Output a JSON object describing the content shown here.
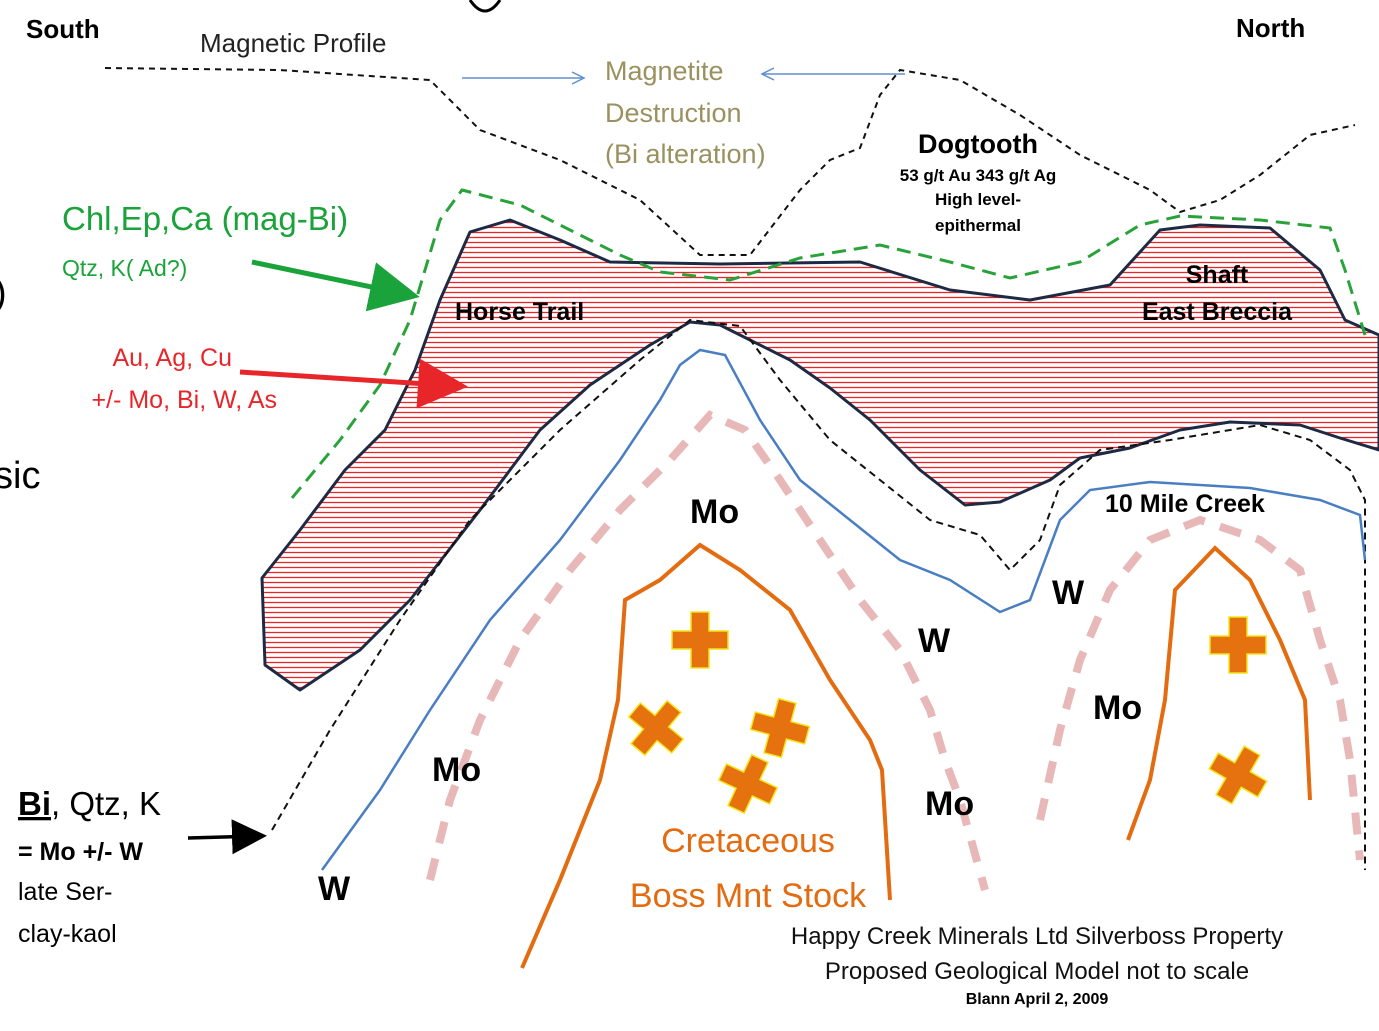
{
  "colors": {
    "red": "#e8262a",
    "green": "#1aa33a",
    "green_dashed": "#2aa23a",
    "navy": "#1e2a44",
    "blue": "#4a7ec2",
    "pink": "#e8b8b8",
    "orange": "#e36b10",
    "olive": "#9b9160",
    "gray_arrow": "#5e8fd0",
    "cross_fill": "#e5720e",
    "cross_edge": "#f2e51a"
  },
  "header": {
    "south": "South",
    "north": "North",
    "magnetic_profile": "Magnetic Profile",
    "magnetite_line1": "Magnetite",
    "magnetite_line2": "Destruction",
    "magnetite_line3": "(Bi alteration)"
  },
  "dogtooth": {
    "title": "Dogtooth",
    "grade": "53 g/t Au 343 g/t Ag",
    "line3": "High level-",
    "line4": "epithermal"
  },
  "zones": {
    "horse_trail": "Horse Trail",
    "shaft": "Shaft",
    "east_breccia": "East Breccia",
    "ten_mile_creek": "10 Mile Creek"
  },
  "left_legend": {
    "chl_ep_ca": "Chl,Ep,Ca (mag-Bi)",
    "qtz_k_ad": "Qtz, K( Ad?)",
    "au_ag_cu": "Au, Ag, Cu",
    "mo_bi_w_as": "+/- Mo, Bi, W, As",
    "bi": "Bi",
    "qtz_k": ", Qtz, K",
    "mo_w": "= Mo +/- W",
    "late_ser": "late Ser-",
    "clay_kaol": "clay-kaol",
    "partial_paren": ")",
    "partial_sic": "sic"
  },
  "symbols": {
    "mo": "Mo",
    "w": "W"
  },
  "stock": {
    "line1": "Cretaceous",
    "line2": "Boss Mnt Stock"
  },
  "credit": {
    "line1": "Happy Creek Minerals Ltd Silverboss Property",
    "line2": "Proposed Geological Model not to scale",
    "line3": "Blann April 2, 2009"
  }
}
